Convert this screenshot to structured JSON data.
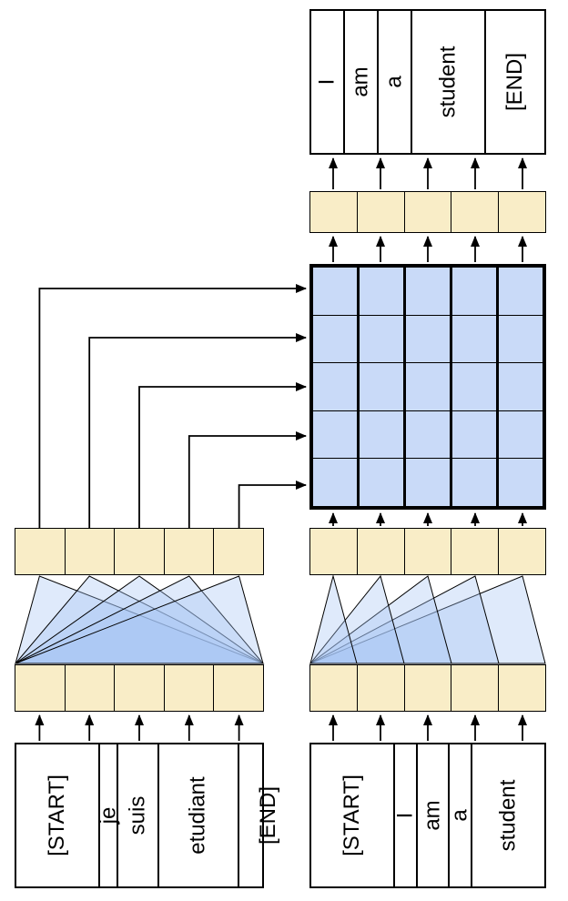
{
  "colors": {
    "token_box_fill": "#FFFFFF",
    "embedding_cell_fill": "#F9EDC7",
    "attention_cell_fill": "#C9DAF8",
    "fan_fill": "#A4C2F4",
    "line": "#000000"
  },
  "encoder": {
    "input_tokens": [
      "[START]",
      "je",
      "suis",
      "etudiant",
      "[END]"
    ]
  },
  "decoder": {
    "input_tokens": [
      "[START]",
      "I",
      "am",
      "a",
      "student"
    ],
    "output_tokens": [
      "I",
      "am",
      "a",
      "student",
      "[END]"
    ]
  },
  "attention_grid": {
    "rows": 5,
    "cols": 5
  }
}
